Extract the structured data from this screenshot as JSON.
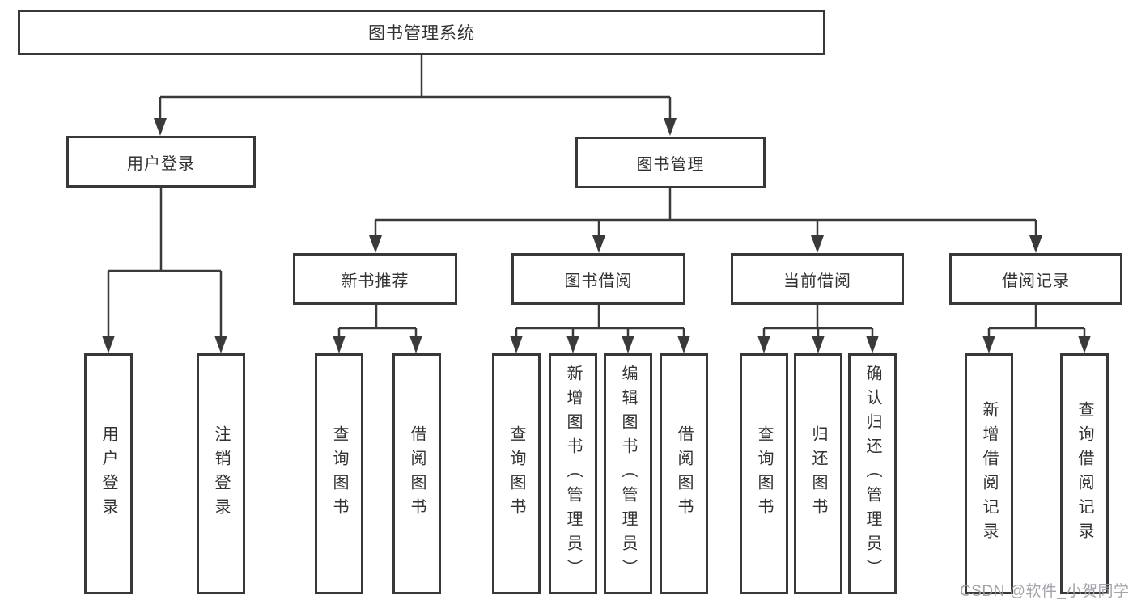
{
  "colors": {
    "line": "#3a3a3a",
    "box_border": "#383838",
    "box_fill": "#ffffff",
    "text": "#323232",
    "watermark": "#9b9ba3",
    "background": "#ffffff"
  },
  "watermark": {
    "text": "CSDN @软件_小贺同学"
  },
  "nodes": {
    "root": {
      "label": "图书管理系统"
    },
    "level2": [
      {
        "id": "user-login",
        "label": "用户登录"
      },
      {
        "id": "book-management",
        "label": "图书管理"
      }
    ],
    "level3": [
      {
        "id": "new-book-recommend",
        "label": "新书推荐"
      },
      {
        "id": "book-borrow",
        "label": "图书借阅"
      },
      {
        "id": "current-borrow",
        "label": "当前借阅"
      },
      {
        "id": "borrow-records",
        "label": "借阅记录"
      }
    ],
    "leaves": [
      {
        "label": "用户登录",
        "parent": "用户登录"
      },
      {
        "label": "注销登录",
        "parent": "用户登录"
      },
      {
        "label": "查询图书",
        "parent": "新书推荐"
      },
      {
        "label": "借阅图书",
        "parent": "新书推荐"
      },
      {
        "label": "查询图书",
        "parent": "图书借阅"
      },
      {
        "label": "新增图书（管理员）",
        "parent": "图书借阅"
      },
      {
        "label": "编辑图书（管理员）",
        "parent": "图书借阅"
      },
      {
        "label": "借阅图书",
        "parent": "图书借阅"
      },
      {
        "label": "查询图书",
        "parent": "当前借阅"
      },
      {
        "label": "归还图书",
        "parent": "当前借阅"
      },
      {
        "label": "确认归还（管理员）",
        "parent": "当前借阅"
      },
      {
        "label": "新增借阅记录",
        "parent": "借阅记录"
      },
      {
        "label": "查询借阅记录",
        "parent": "借阅记录"
      }
    ]
  },
  "hierarchy": {
    "图书管理系统": {
      "用户登录": [
        "用户登录",
        "注销登录"
      ],
      "图书管理": {
        "新书推荐": [
          "查询图书",
          "借阅图书"
        ],
        "图书借阅": [
          "查询图书",
          "新增图书（管理员）",
          "编辑图书（管理员）",
          "借阅图书"
        ],
        "当前借阅": [
          "查询图书",
          "归还图书",
          "确认归还（管理员）"
        ],
        "借阅记录": [
          "新增借阅记录",
          "查询借阅记录"
        ]
      }
    }
  }
}
